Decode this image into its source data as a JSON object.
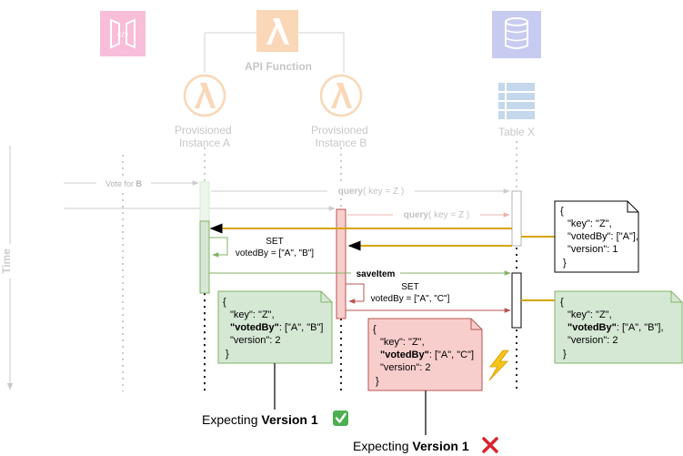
{
  "colors": {
    "green_arrow": "#82b366",
    "green_fill": "#d5e8d4",
    "red_arrow": "#b85450",
    "red_fill": "#f8cecc",
    "gold_arrow": "#d6a400",
    "dark_arrow": "#000000"
  },
  "actors": {
    "gateway_icon": "api-gateway-icon",
    "group_label": "API Function",
    "lambda_icon": "lambda-icon",
    "instance_a": "Provisioned\nInstance A",
    "instance_b": "Provisioned\nInstance B",
    "database_icon": "dynamodb-icon",
    "table_icon": "table-icon",
    "table_label": "Table X"
  },
  "time_label": "Time",
  "messages": {
    "vote_prefix": "Vote for ",
    "vote_bold": "B",
    "query_a_bold": "query",
    "query_a_rest": "( key = Z )",
    "query_b_bold": "query",
    "query_b_rest": "( key = Z )",
    "set_a_line1": "SET",
    "set_a_line2": "votedBy = [\"A\", \"B\"]",
    "save_item": "saveItem",
    "set_b_line1": "SET",
    "set_b_line2": "votedBy = [\"A\", \"C\"]"
  },
  "notes": {
    "table_initial": [
      "{",
      "\"key\": \"Z\",",
      "\"votedBy\": [\"A\"],",
      "\"version\": 1",
      "}"
    ],
    "instance_a_item": {
      "open": "{",
      "key": "\"key\": \"Z\",",
      "voted_key": "\"votedBy\"",
      "voted_val": ": [\"A\", \"B\"]",
      "version": "\"version\": 2",
      "close": "}"
    },
    "instance_b_item": {
      "open": "{",
      "key": "\"key\": \"Z\",",
      "voted_key": "\"votedBy\"",
      "voted_val": ": [\"A\", \"C\"]",
      "version": "\"version\": 2",
      "close": "}"
    },
    "table_final": {
      "open": "{",
      "key": "\"key\": \"Z\",",
      "voted_key": "\"votedBy\"",
      "voted_val": ": [\"A\", \"B\"],",
      "version": "\"version\": 2",
      "close": "}"
    }
  },
  "expectations": {
    "a_prefix": "Expecting ",
    "a_bold": "Version 1",
    "a_mark": "check-mark-icon",
    "b_prefix": "Expecting ",
    "b_bold": "Version 1",
    "b_mark": "cross-mark-icon"
  },
  "conflict_icon": "lightning-icon"
}
